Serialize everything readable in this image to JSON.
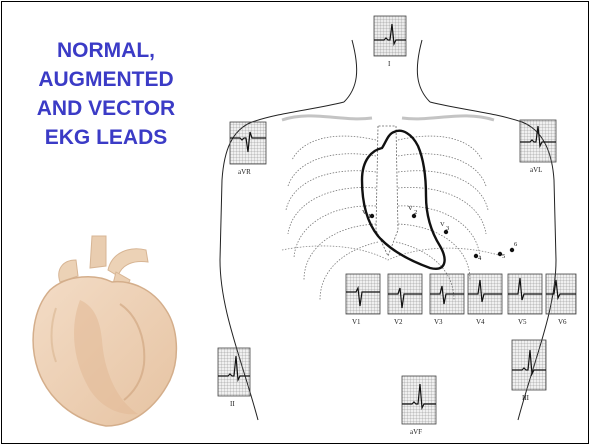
{
  "slide": {
    "title_lines": [
      "NORMAL,",
      "AUGMENTED",
      "AND VECTOR",
      "EKG LEADS"
    ],
    "title_color": "#3b3bc6"
  },
  "icons": {
    "heart": "heart-illustration"
  },
  "leads": {
    "limb": [
      "I",
      "II",
      "III"
    ],
    "augmented": [
      "aVR",
      "aVL",
      "aVF"
    ],
    "precordial": [
      "V1",
      "V2",
      "V3",
      "V4",
      "V5",
      "V6"
    ]
  },
  "electrodes": [
    "1",
    "2",
    "3",
    "4",
    "5",
    "6"
  ]
}
